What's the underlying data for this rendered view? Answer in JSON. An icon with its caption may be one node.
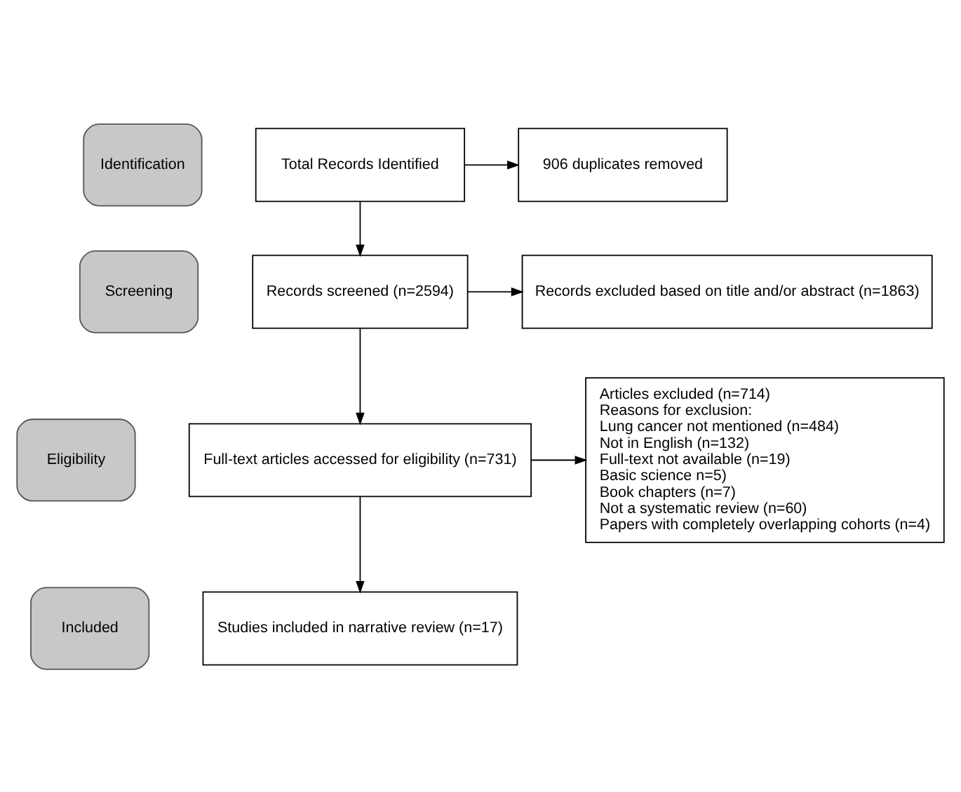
{
  "diagram": {
    "nodes": [
      {
        "text": [
          "Identification"
        ]
      },
      {
        "text": [
          "Screening"
        ]
      },
      {
        "text": [
          "Eligibility"
        ]
      },
      {
        "text": [
          "Included"
        ]
      },
      {
        "text": [
          "Total Records Identified"
        ]
      },
      {
        "text": [
          "906 duplicates removed"
        ]
      },
      {
        "text": [
          "Records screened (n=2594)"
        ]
      },
      {
        "text": [
          "Records excluded based on title and/or abstract (n=1863)"
        ]
      },
      {
        "text": [
          "Full-text articles accessed for eligibility (n=731)"
        ]
      },
      {
        "text": [
          "Articles excluded (n=714)",
          "Reasons for exclusion:",
          "Lung cancer not mentioned (n=484)",
          "Not in English (n=132)",
          "Full-text not available (n=19)",
          "Basic science n=5)",
          "Book chapters (n=7)",
          "Not a systematic review (n=60)",
          "Papers with completely overlapping cohorts (n=4)"
        ]
      },
      {
        "text": [
          "Studies included in narrative review (n=17)"
        ]
      }
    ],
    "edges": [
      {
        "from": 4,
        "to": 5,
        "arrow": "to"
      },
      {
        "from": 4,
        "to": 6,
        "arrow": "to"
      },
      {
        "from": 6,
        "to": 7,
        "arrow": "to"
      },
      {
        "from": 6,
        "to": 8,
        "arrow": "to"
      },
      {
        "from": 8,
        "to": 9,
        "arrow": "to"
      },
      {
        "from": 8,
        "to": 10,
        "arrow": "to"
      }
    ]
  }
}
